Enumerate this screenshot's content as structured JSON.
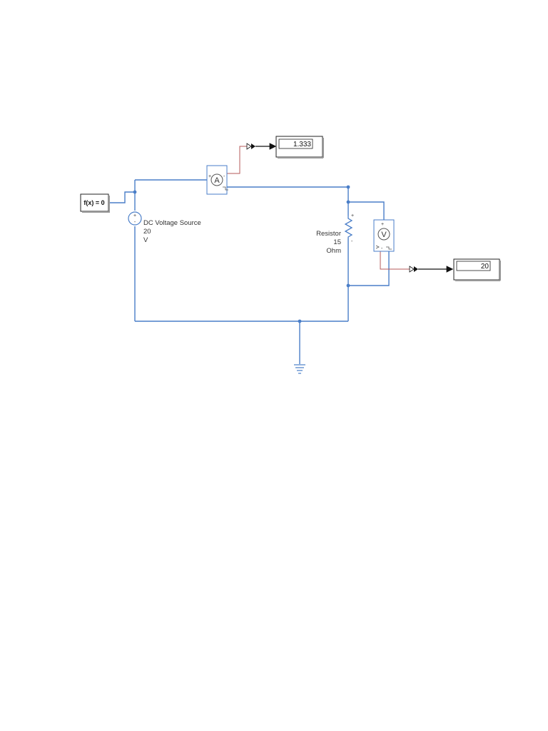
{
  "colors": {
    "wire": "#4a7ec8",
    "signal_wire": "#b55a5a",
    "signal_line": "#111111",
    "block_border": "#222222",
    "physical_border": "#4a7ec8"
  },
  "solver_config": {
    "label": "f(x) = 0"
  },
  "voltage_source": {
    "icon": "dc-voltage-source-icon",
    "name": "DC Voltage Source",
    "value": "20",
    "unit": "V",
    "plus": "+",
    "minus": "-"
  },
  "ammeter": {
    "icon": "current-sensor-icon",
    "letter": "A",
    "plus": "+",
    "minus": "-"
  },
  "resistor": {
    "icon": "resistor-icon",
    "name": "Resistor",
    "value": "15",
    "unit": "Ohm",
    "plus": "+",
    "minus": "-"
  },
  "voltmeter": {
    "icon": "voltage-sensor-icon",
    "letter": "V",
    "plus": "+",
    "minus": "-"
  },
  "display_current": {
    "value": "1.333"
  },
  "display_voltage": {
    "value": "20"
  },
  "ground": {
    "icon": "electrical-reference-icon"
  }
}
